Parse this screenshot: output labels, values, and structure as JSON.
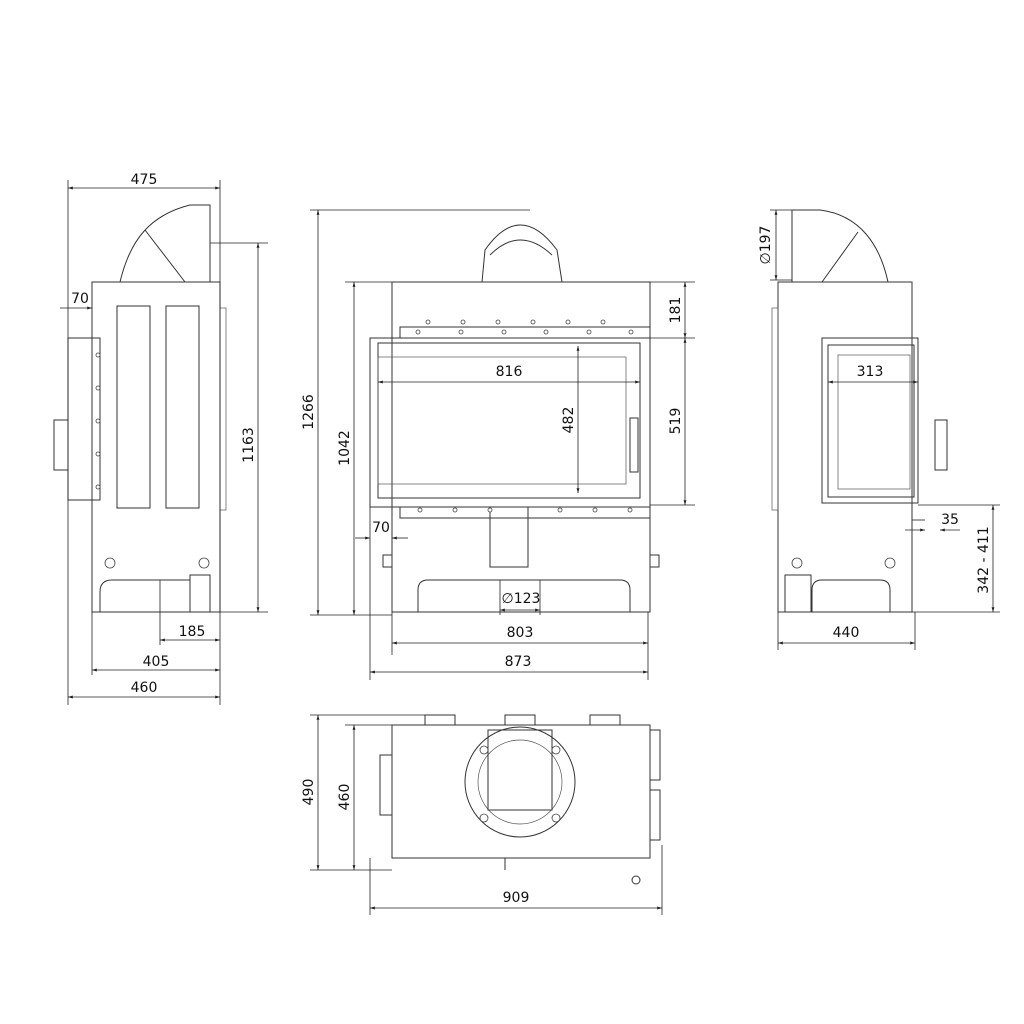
{
  "side_view_left": {
    "width_top": "475",
    "offset": "70",
    "height": "1163",
    "leg_width": "185",
    "depth_inner": "405",
    "depth": "460"
  },
  "front_view": {
    "total_height": "1266",
    "body_height": "1042",
    "top_section": "181",
    "door_height": "519",
    "glass_width": "816",
    "glass_height": "482",
    "side_offset": "70",
    "outlet_diameter": "∅123",
    "inner_width": "803",
    "width": "873"
  },
  "side_view_right": {
    "flue_diameter": "∅197",
    "glass_width": "313",
    "offset": "35",
    "height_range": "342 - 411",
    "depth": "440"
  },
  "top_view": {
    "depth_total": "490",
    "depth": "460",
    "width": "909"
  }
}
